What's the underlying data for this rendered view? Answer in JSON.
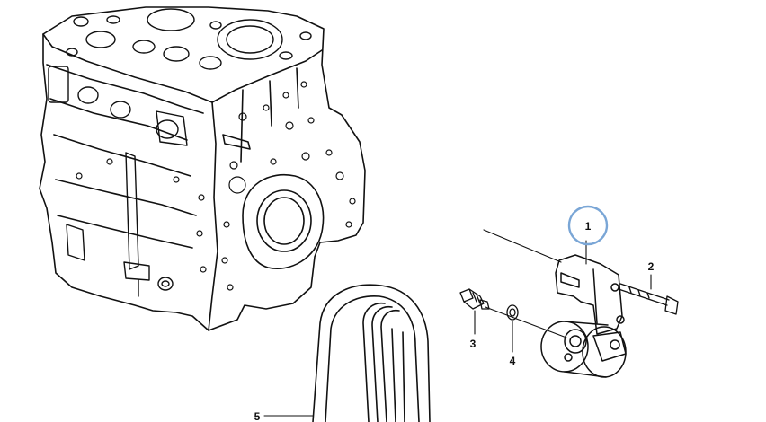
{
  "callouts": {
    "c1": "1",
    "c2": "2",
    "c3": "3",
    "c4": "4",
    "c5": "5"
  },
  "highlight": {
    "color": "#7aa6d6",
    "target": "c1"
  },
  "colors": {
    "line": "#111111",
    "background": "#ffffff"
  }
}
